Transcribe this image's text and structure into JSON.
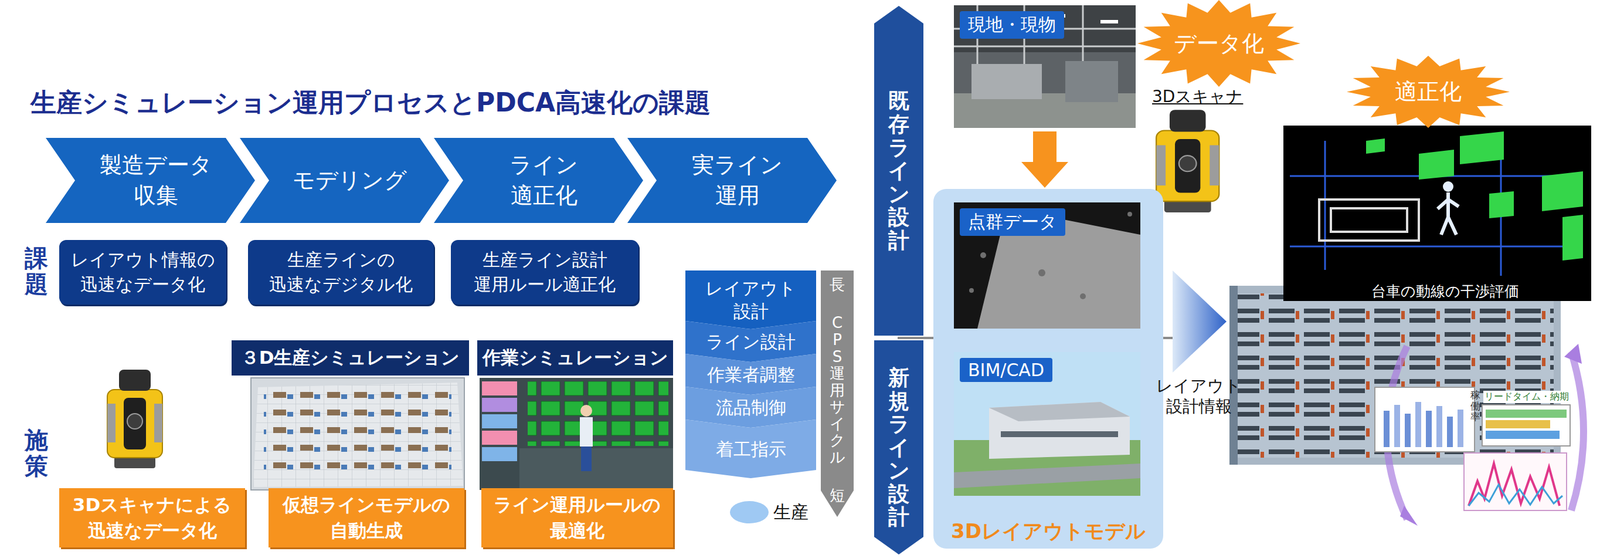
{
  "diagram": {
    "title": "生産シミュレーション運用プロセスとPDCA高速化の課題",
    "nodes": [
      {
        "text": [
          "製造データ 収集"
        ]
      },
      {
        "text": [
          "モデリング"
        ]
      },
      {
        "text": [
          "ライン 適正化"
        ]
      },
      {
        "text": [
          "実ライン 運用"
        ]
      },
      {
        "text": [
          "レイアウト情報の 迅速なデータ化"
        ]
      },
      {
        "text": [
          "生産ラインの 迅速なデジタル化"
        ]
      },
      {
        "text": [
          "生産ライン設計 運用ルール適正化"
        ]
      },
      {
        "text": [
          "３D生産シミュレーション"
        ]
      },
      {
        "text": [
          "作業シミュレーション"
        ]
      },
      {
        "text": [
          "3Dスキャナによる 迅速なデータ化"
        ]
      },
      {
        "text": [
          "仮想ラインモデルの 自動生成"
        ]
      },
      {
        "text": [
          "ライン運用ルールの 最適化"
        ]
      },
      {
        "text": [
          "レイアウト 設計"
        ]
      },
      {
        "text": [
          "ライン設計"
        ]
      },
      {
        "text": [
          "作業者調整"
        ]
      },
      {
        "text": [
          "流品制御"
        ]
      },
      {
        "text": [
          "着工指示"
        ]
      },
      {
        "text": [
          "生産"
        ]
      },
      {
        "text": [
          "長",
          "CPS運用サイクル",
          "短"
        ]
      },
      {
        "text": [
          "既存ライン設計"
        ]
      },
      {
        "text": [
          "新規ライン設計"
        ]
      },
      {
        "text": [
          "現地・現物"
        ]
      },
      {
        "text": [
          "データ化"
        ]
      },
      {
        "text": [
          "3Dレイアウトモデル"
        ]
      },
      {
        "text": [
          "点群データ"
        ],
        "in": 23
      },
      {
        "text": [
          "BIM/CAD"
        ],
        "in": 23
      },
      {
        "text": [
          "適正化"
        ]
      }
    ],
    "edges": [
      {
        "from": 21,
        "to": 23,
        "arrow": "to"
      }
    ],
    "labels": [
      "課題",
      "施策",
      "3Dスキャナ",
      "レイアウト 設計情報",
      "台車の動線の干渉評価",
      "稼働率",
      "リードタイム・納期"
    ]
  }
}
